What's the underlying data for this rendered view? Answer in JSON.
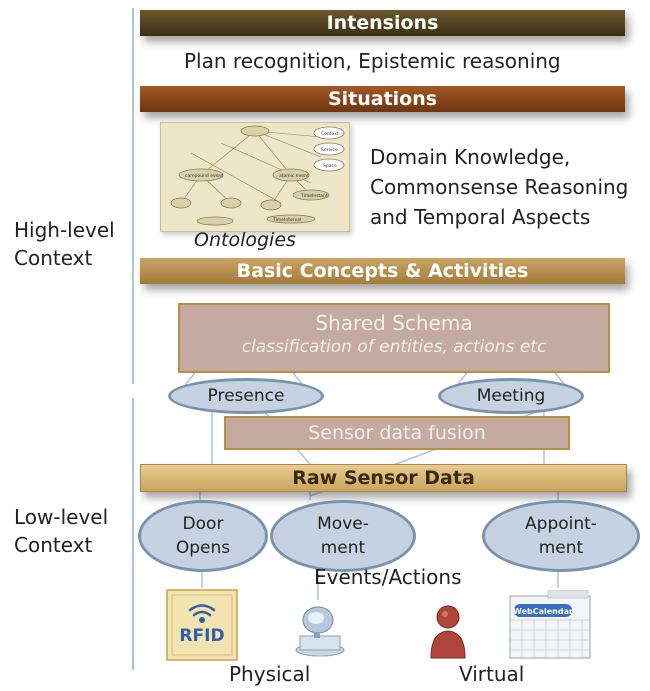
{
  "side_labels": {
    "high_line1": "High-level",
    "high_line2": "Context",
    "low_line1": "Low-level",
    "low_line2": "Context"
  },
  "bands": {
    "intensions": "Intensions",
    "situations": "Situations",
    "basic": "Basic Concepts & Activities",
    "raw": "Raw Sensor Data"
  },
  "intensions_sub": "Plan recognition,  Epistemic reasoning",
  "situations_sub": {
    "line1": "Domain Knowledge,",
    "line2": "Commonsense Reasoning",
    "line3": "and Temporal Aspects"
  },
  "ontology": {
    "caption": "Ontologies",
    "nodes": [
      "Context",
      "Service",
      "Space",
      "compound event",
      "atomic event",
      "TimeInstant",
      "TimeInterval"
    ]
  },
  "schema": {
    "title": "Shared Schema",
    "subtitle": "classification of entities, actions etc"
  },
  "fusion": "Sensor data fusion",
  "ellipses": {
    "presence": "Presence",
    "meeting": "Meeting",
    "door_l1": "Door",
    "door_l2": "Opens",
    "move_l1": "Move-",
    "move_l2": "ment",
    "appt_l1": "Appoint-",
    "appt_l2": "ment"
  },
  "events_label": "Events/Actions",
  "bottom": {
    "physical": "Physical",
    "virtual": "Virtual"
  },
  "icons": {
    "rfid_text": "RFID",
    "webcalendar_text": "WebCalendar"
  },
  "colors": {
    "band_dark": "#3b3013",
    "band_rust": "#6e3510",
    "band_gold": "#a47b38",
    "raw_band": "#e8cc8f",
    "box_fill": "#c4aaa0",
    "ellipse_fill": "#c6d2e2",
    "connector": "#a9c4de"
  }
}
